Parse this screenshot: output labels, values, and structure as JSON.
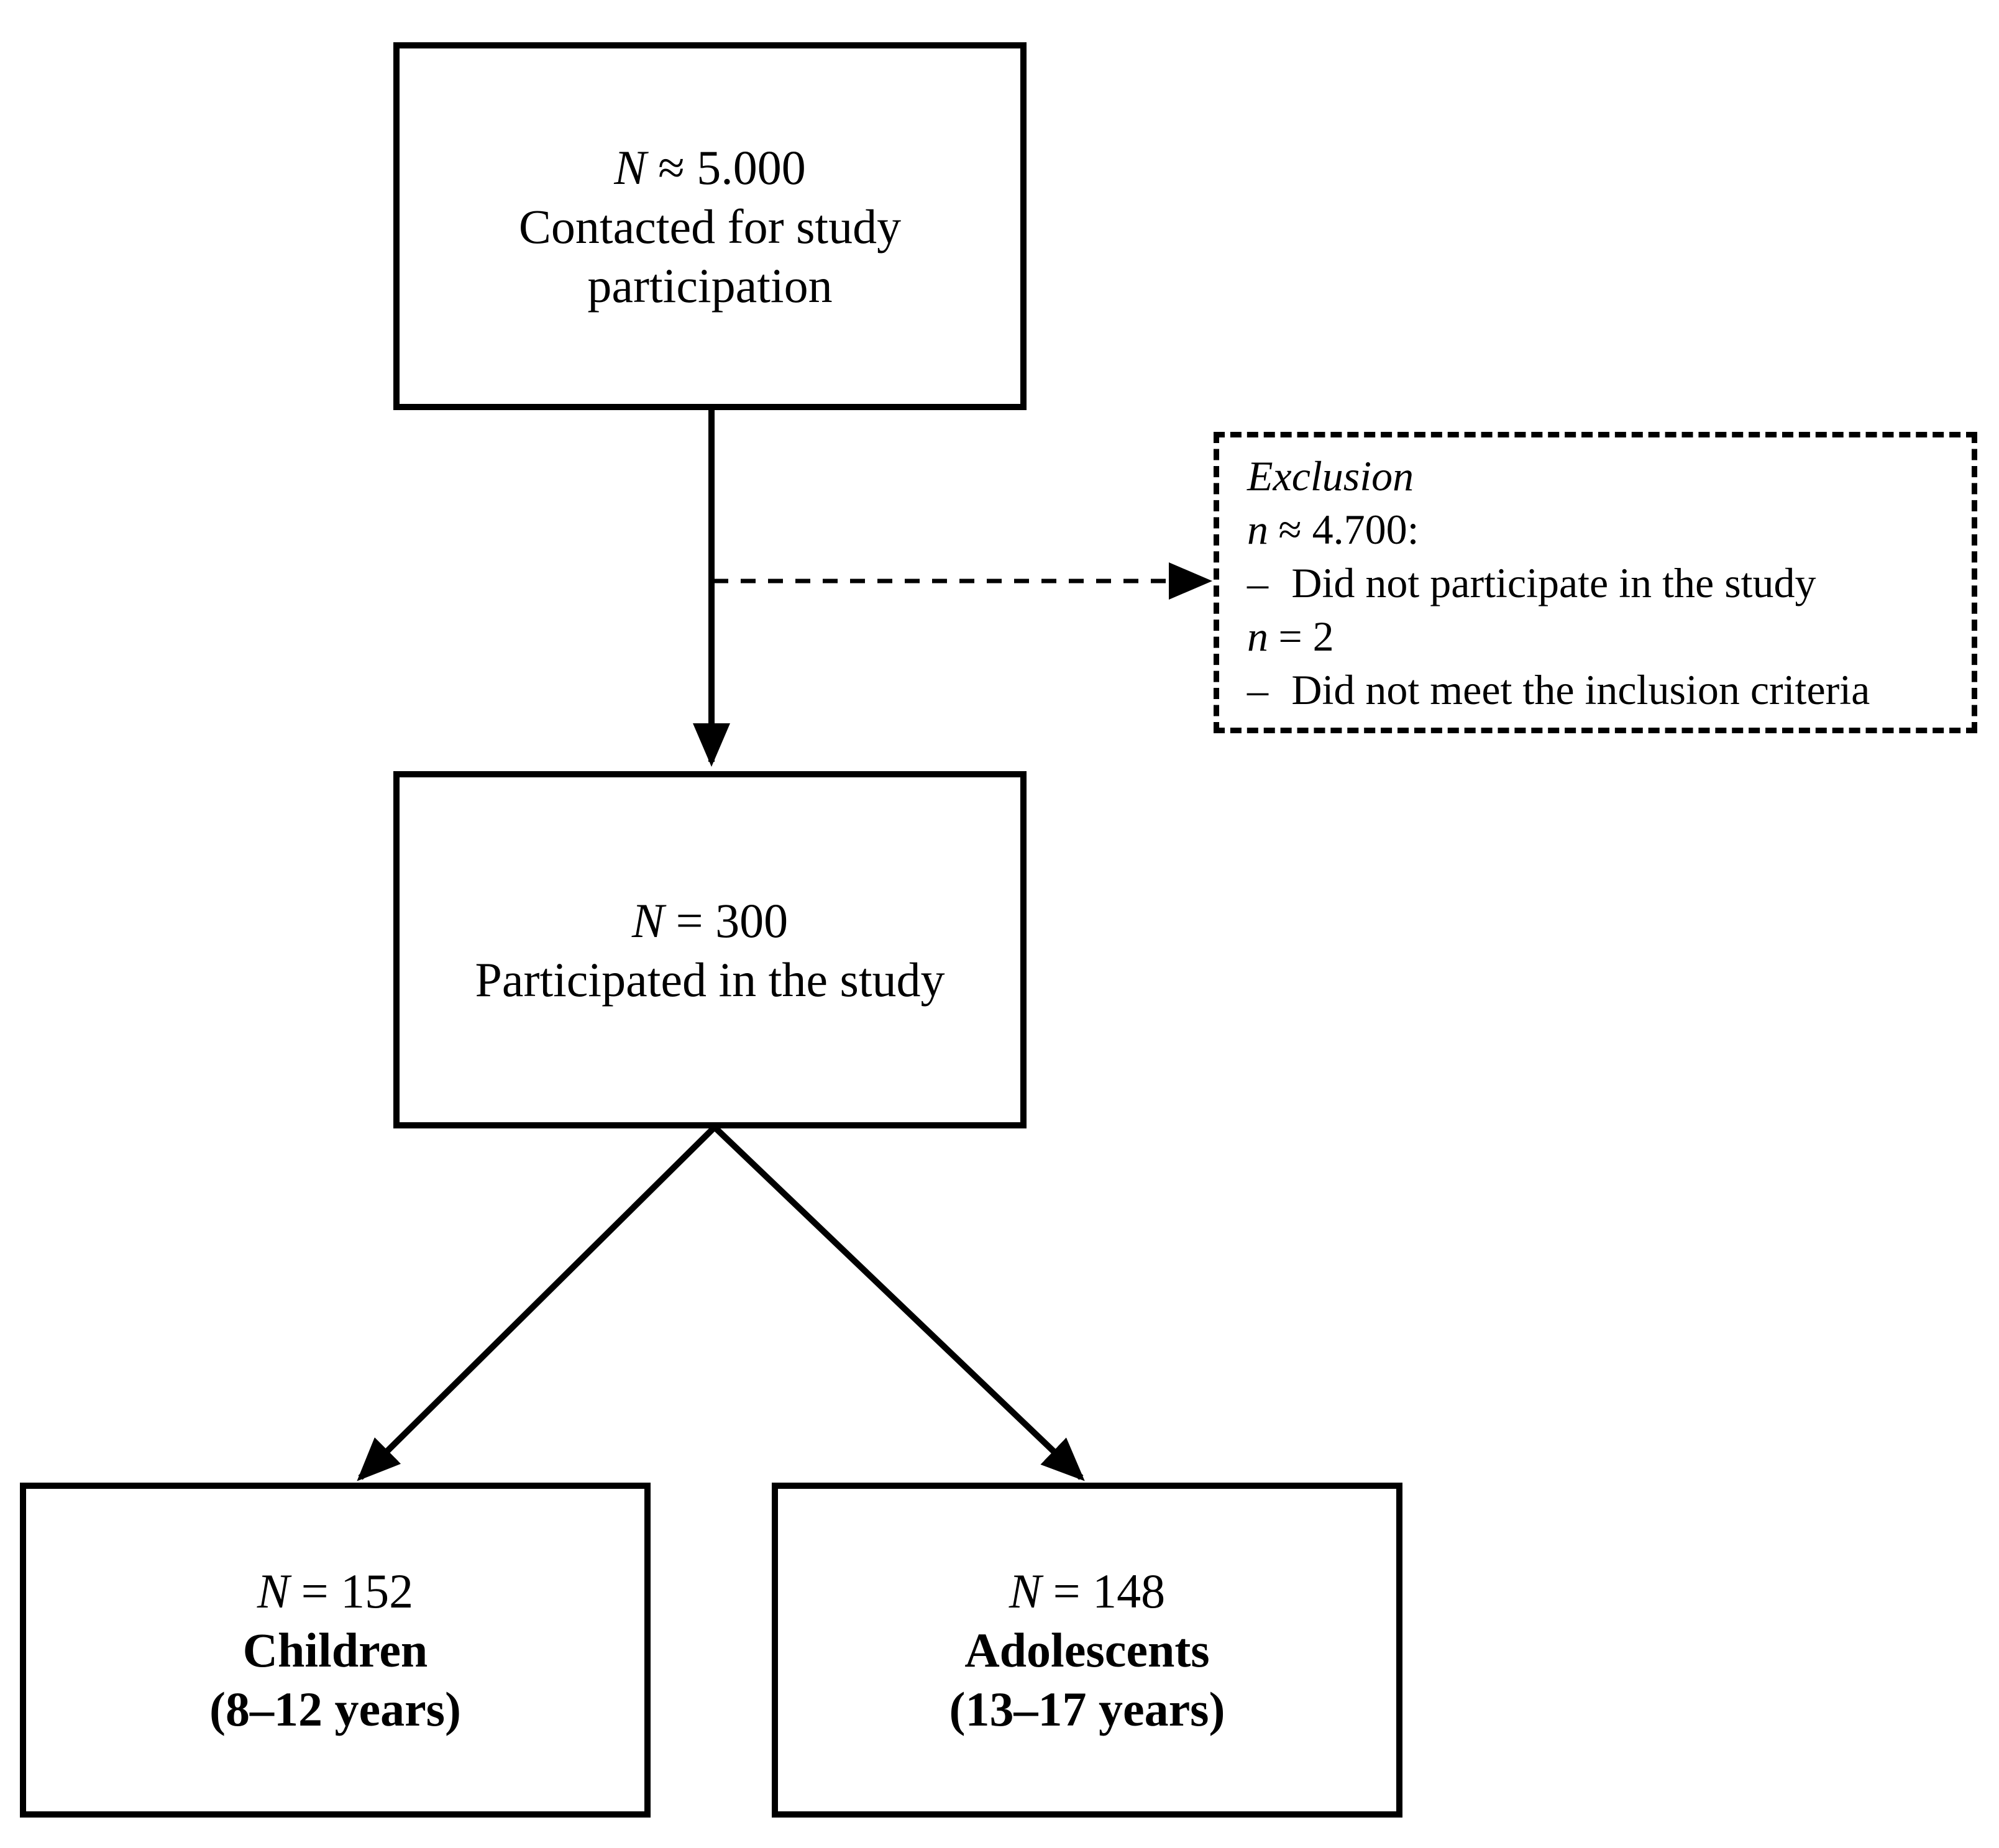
{
  "figure": {
    "background": "#ffffff",
    "line_color": "#000000"
  },
  "boxes": {
    "contacted": {
      "n_symbol": "N",
      "n_value": "≈ 5.000",
      "lines": [
        "Contacted for study",
        "participation"
      ]
    },
    "exclusion": {
      "title": "Exclusion",
      "rows": [
        {
          "symbol": "n",
          "value": "≈ 4.700:"
        },
        {
          "bullet": "–",
          "text": "Did not participate in the study"
        },
        {
          "symbol": "n",
          "value": "= 2"
        },
        {
          "bullet": "–",
          "text": "Did not meet the inclusion criteria"
        }
      ]
    },
    "participated": {
      "n_symbol": "N",
      "n_value": "= 300",
      "label": "Participated in the study"
    },
    "children": {
      "n_symbol": "N",
      "n_value": "= 152",
      "label": "Children",
      "range": "(8–12 years)"
    },
    "adolescents": {
      "n_symbol": "N",
      "n_value": "= 148",
      "label": "Adolescents",
      "range": "(13–17 years)"
    }
  }
}
